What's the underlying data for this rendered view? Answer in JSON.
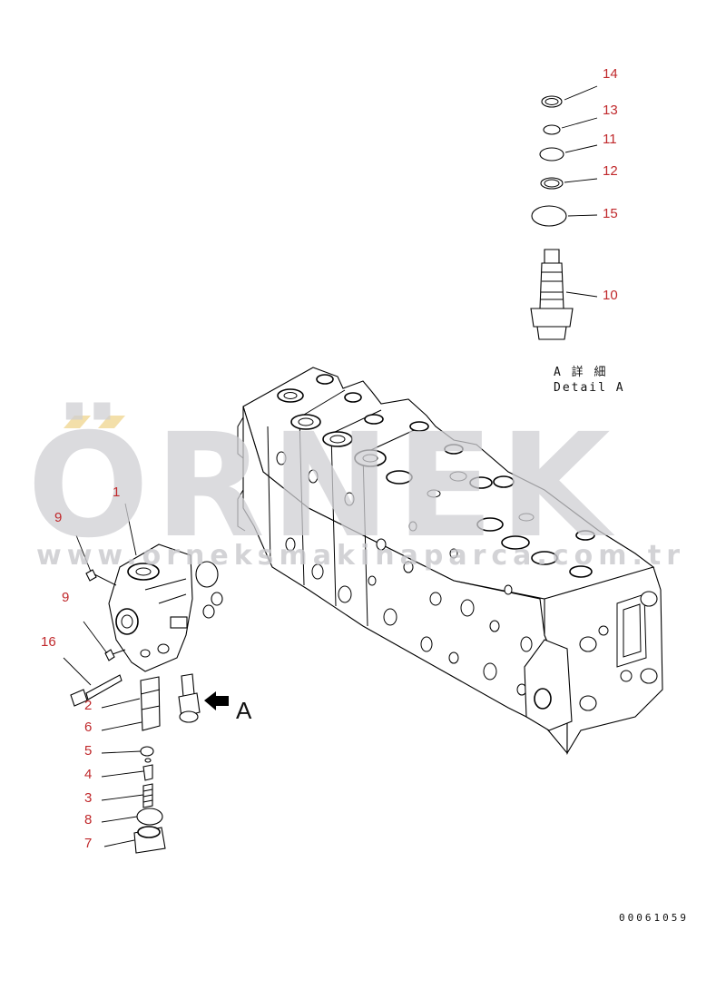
{
  "diagram": {
    "callouts": [
      {
        "id": "c1",
        "text": "1"
      },
      {
        "id": "c2",
        "text": "2"
      },
      {
        "id": "c3",
        "text": "3"
      },
      {
        "id": "c4",
        "text": "4"
      },
      {
        "id": "c5",
        "text": "5"
      },
      {
        "id": "c6",
        "text": "6"
      },
      {
        "id": "c7",
        "text": "7"
      },
      {
        "id": "c8",
        "text": "8"
      },
      {
        "id": "c9a",
        "text": "9"
      },
      {
        "id": "c9b",
        "text": "9"
      },
      {
        "id": "c10",
        "text": "10"
      },
      {
        "id": "c11",
        "text": "11"
      },
      {
        "id": "c12",
        "text": "12"
      },
      {
        "id": "c13",
        "text": "13"
      },
      {
        "id": "c14",
        "text": "14"
      },
      {
        "id": "c15",
        "text": "15"
      },
      {
        "id": "c16",
        "text": "16"
      }
    ],
    "view_marker": "A",
    "detail_title_jp": "A 詳 細",
    "detail_title_en": "Detail A",
    "drawing_number": "00061059",
    "colors": {
      "callout": "#c0282b",
      "line": "#000000",
      "watermark": "#cfcfd3",
      "watermark_accent": "#f2dca0"
    }
  },
  "watermark": {
    "brand": "ÖRNEK",
    "url": "www.orneksmakinaparca.com.tr"
  }
}
